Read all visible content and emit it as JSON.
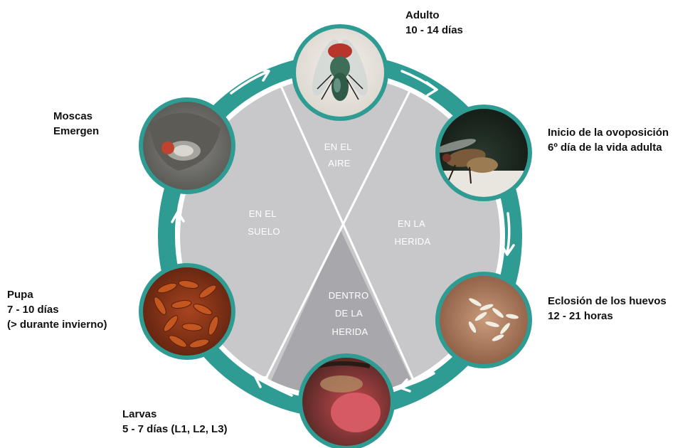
{
  "colors": {
    "ring": "#2e9c93",
    "ring_dark": "#1f7f77",
    "arrow": "#ffffff",
    "sector_light": "#c8c8cb",
    "sector_dark": "#a8a8ac",
    "divider": "#ffffff",
    "zone_text": "#ffffff"
  },
  "zones": {
    "air": [
      "EN EL",
      "AIRE"
    ],
    "ground": [
      "EN EL",
      "SUELO"
    ],
    "wound": [
      "EN LA",
      "HERIDA"
    ],
    "inside": [
      "DENTRO",
      "DE LA",
      "HERIDA"
    ]
  },
  "stages": {
    "adult": {
      "line1": "Adulto",
      "line2": "10 - 14 días",
      "icon": "adult-fly-photo"
    },
    "oviposition": {
      "line1": "Inicio de la ovoposición",
      "line2": "6º día de la vida adulta",
      "icon": "fly-laying-eggs-photo"
    },
    "hatching": {
      "line1": "Eclosión de los huevos",
      "line2": "12 - 21 horas",
      "icon": "egg-cluster-photo"
    },
    "larvae": {
      "line1": "Larvas",
      "line2": "5 - 7 días (L1, L2, L3)",
      "icon": "larvae-in-wound-photo"
    },
    "pupa": {
      "line1": "Pupa",
      "line2": "7 - 10 días",
      "line3": "(> durante invierno)",
      "icon": "pupae-photo"
    },
    "emerge": {
      "line1": "Moscas",
      "line2": "Emergen",
      "icon": "fly-emerging-photo"
    }
  }
}
